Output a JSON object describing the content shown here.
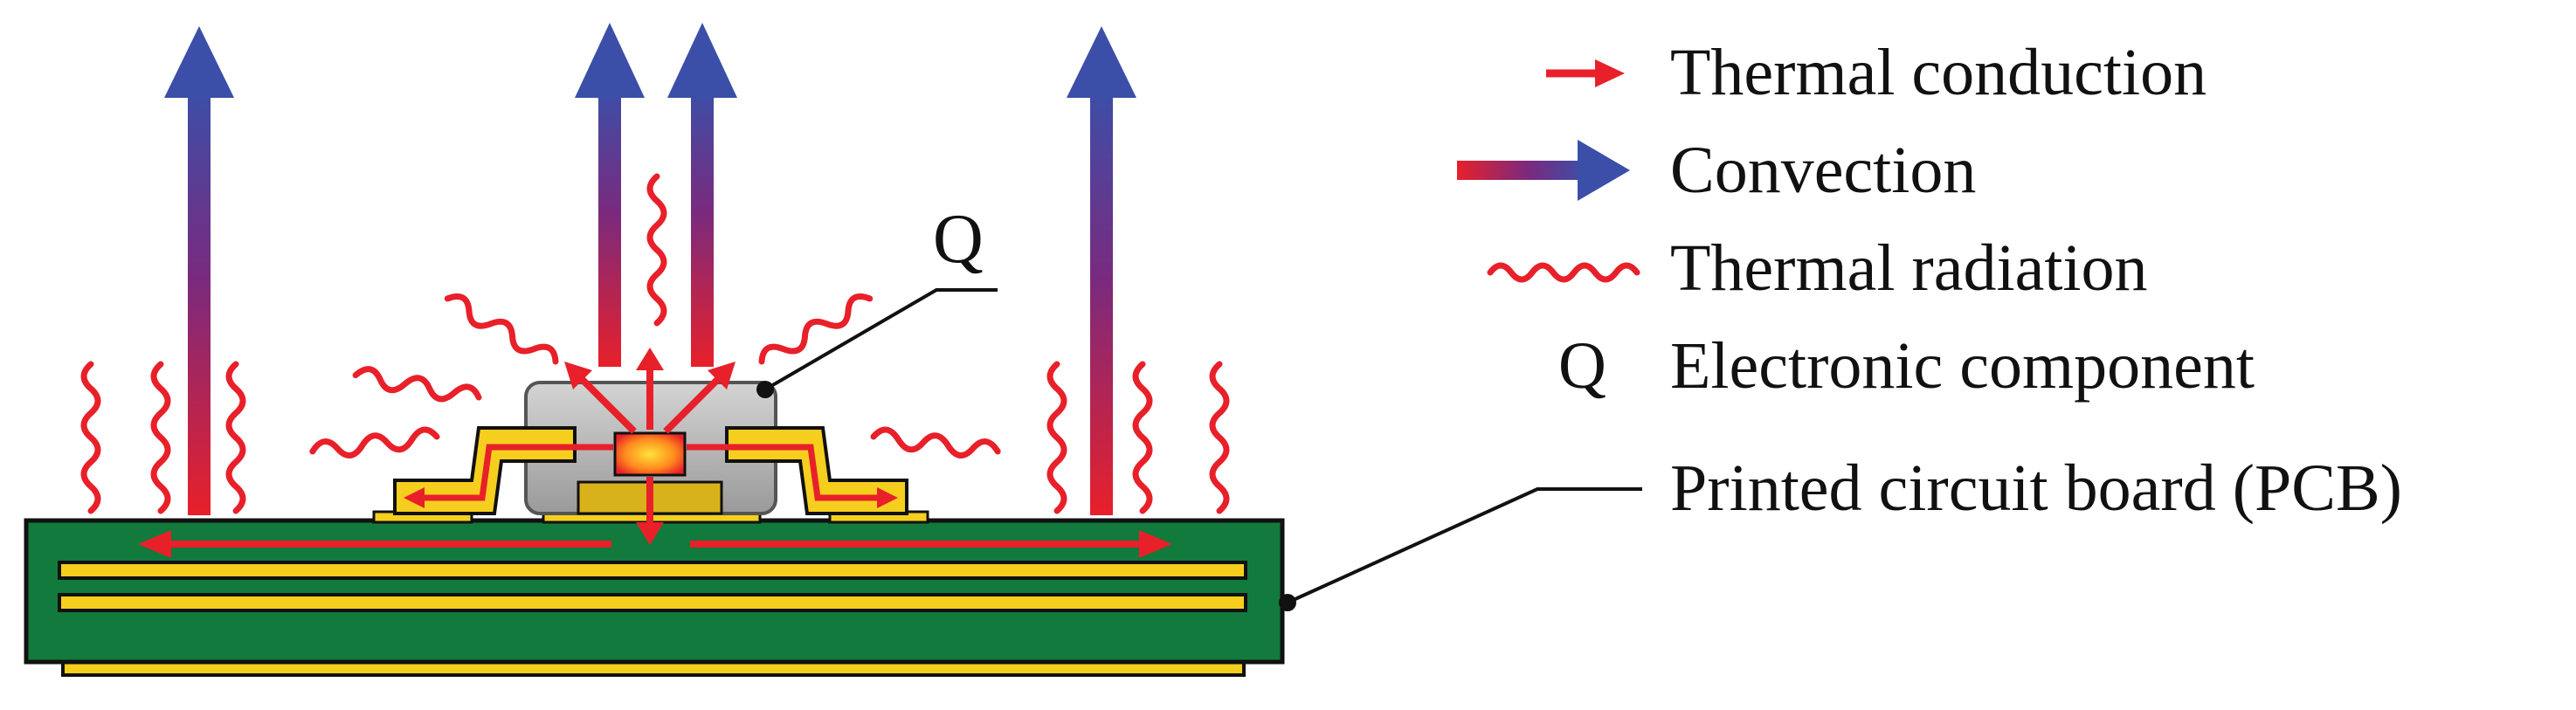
{
  "component_label": "Q",
  "legend": {
    "conduction": {
      "label": "Thermal conduction",
      "color": "#e8202a"
    },
    "convection": {
      "label": "Convection",
      "color_bottom": "#e8202a",
      "color_top": "#3b4fa8"
    },
    "radiation": {
      "label": "Thermal radiation",
      "color": "#e8202a"
    },
    "component": {
      "symbol": "Q",
      "label": "Electronic component"
    },
    "pcb": {
      "label": "Printed circuit board (PCB)"
    }
  },
  "colors": {
    "pcb": "#127a3c",
    "copper": "#f6cf1e",
    "copper_dark": "#c9a41a",
    "component_body": "#b5b5b5",
    "outline": "#111111"
  }
}
